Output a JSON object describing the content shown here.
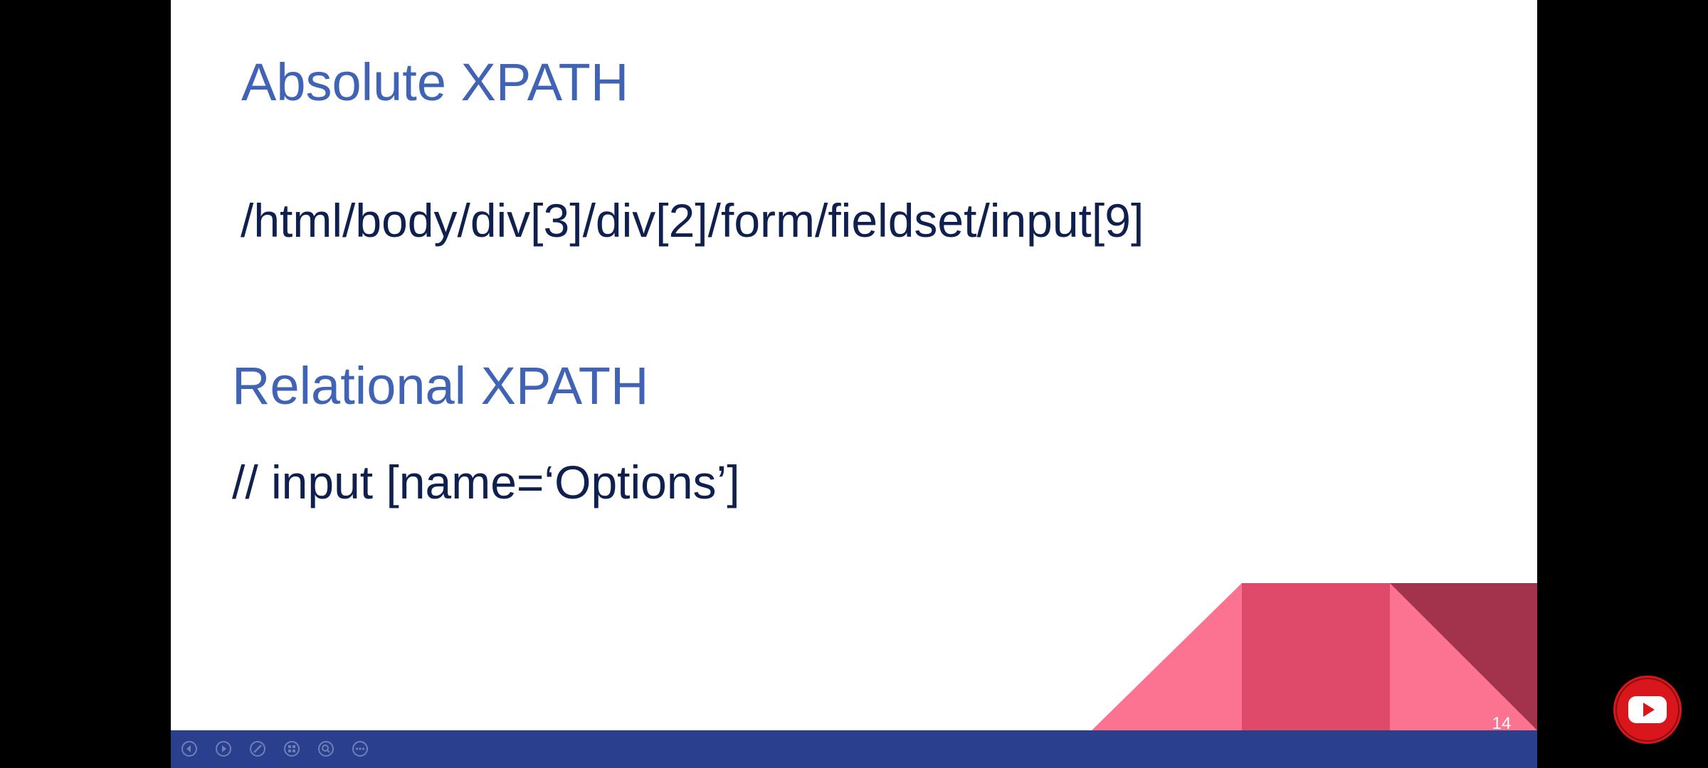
{
  "slide": {
    "heading_absolute": "Absolute XPATH",
    "xpath_absolute": "/html/body/div[3]/div[2]/form/fieldset/input[9]",
    "heading_relational": "Relational XPATH",
    "xpath_relational": "// input [name=‘Options’]",
    "page_number": "14"
  },
  "toolbar": {
    "icons": [
      "previous-slide-icon",
      "next-slide-icon",
      "pen-icon",
      "see-all-slides-icon",
      "zoom-icon",
      "more-options-icon"
    ]
  },
  "overlay": {
    "logo_icon": "youtube-icon"
  },
  "colors": {
    "heading": "#4063b5",
    "code": "#0f1f4e",
    "toolbar": "#2b3f8f",
    "accent_pink": "#fb7390",
    "accent_rose": "#e04a6a",
    "accent_maroon": "#a3334d",
    "logo_red": "#d9161c"
  }
}
